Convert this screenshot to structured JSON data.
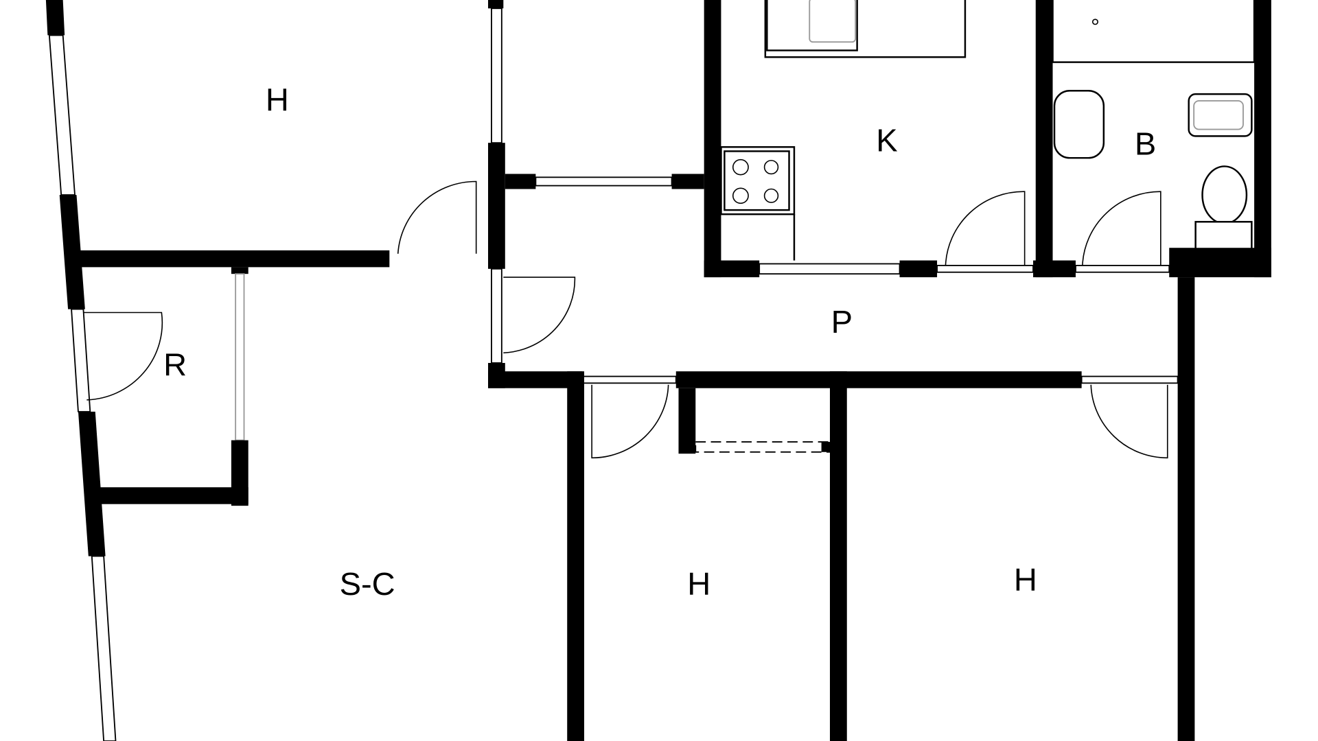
{
  "rooms": {
    "bedroom_top_left": "H",
    "kitchen": "K",
    "bathroom": "B",
    "storage": "R",
    "hallway": "P",
    "living_dining": "S-C",
    "bedroom_bottom_middle": "H",
    "bedroom_bottom_right": "H"
  }
}
